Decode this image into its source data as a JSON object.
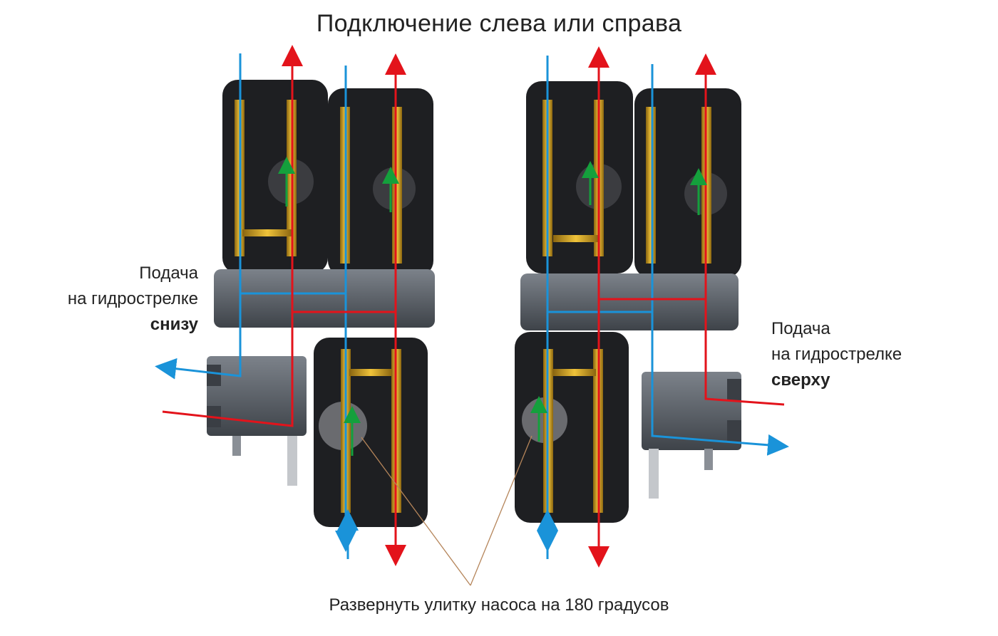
{
  "title": "Подключение слева или справа",
  "left_label": {
    "line1": "Подача",
    "line2": "на гидрострелке",
    "line3": "снизу"
  },
  "right_label": {
    "line1": "Подача",
    "line2": "на гидрострелке",
    "line3": "сверху"
  },
  "caption": "Развернуть улитку насоса на 180 градусов",
  "colors": {
    "supply": "#e3131b",
    "return": "#1a93d9",
    "pump_flow": "#14a03c",
    "insulation": "#1e1f22",
    "brass": "#d5a21e",
    "manifold": "#5a5f66"
  }
}
